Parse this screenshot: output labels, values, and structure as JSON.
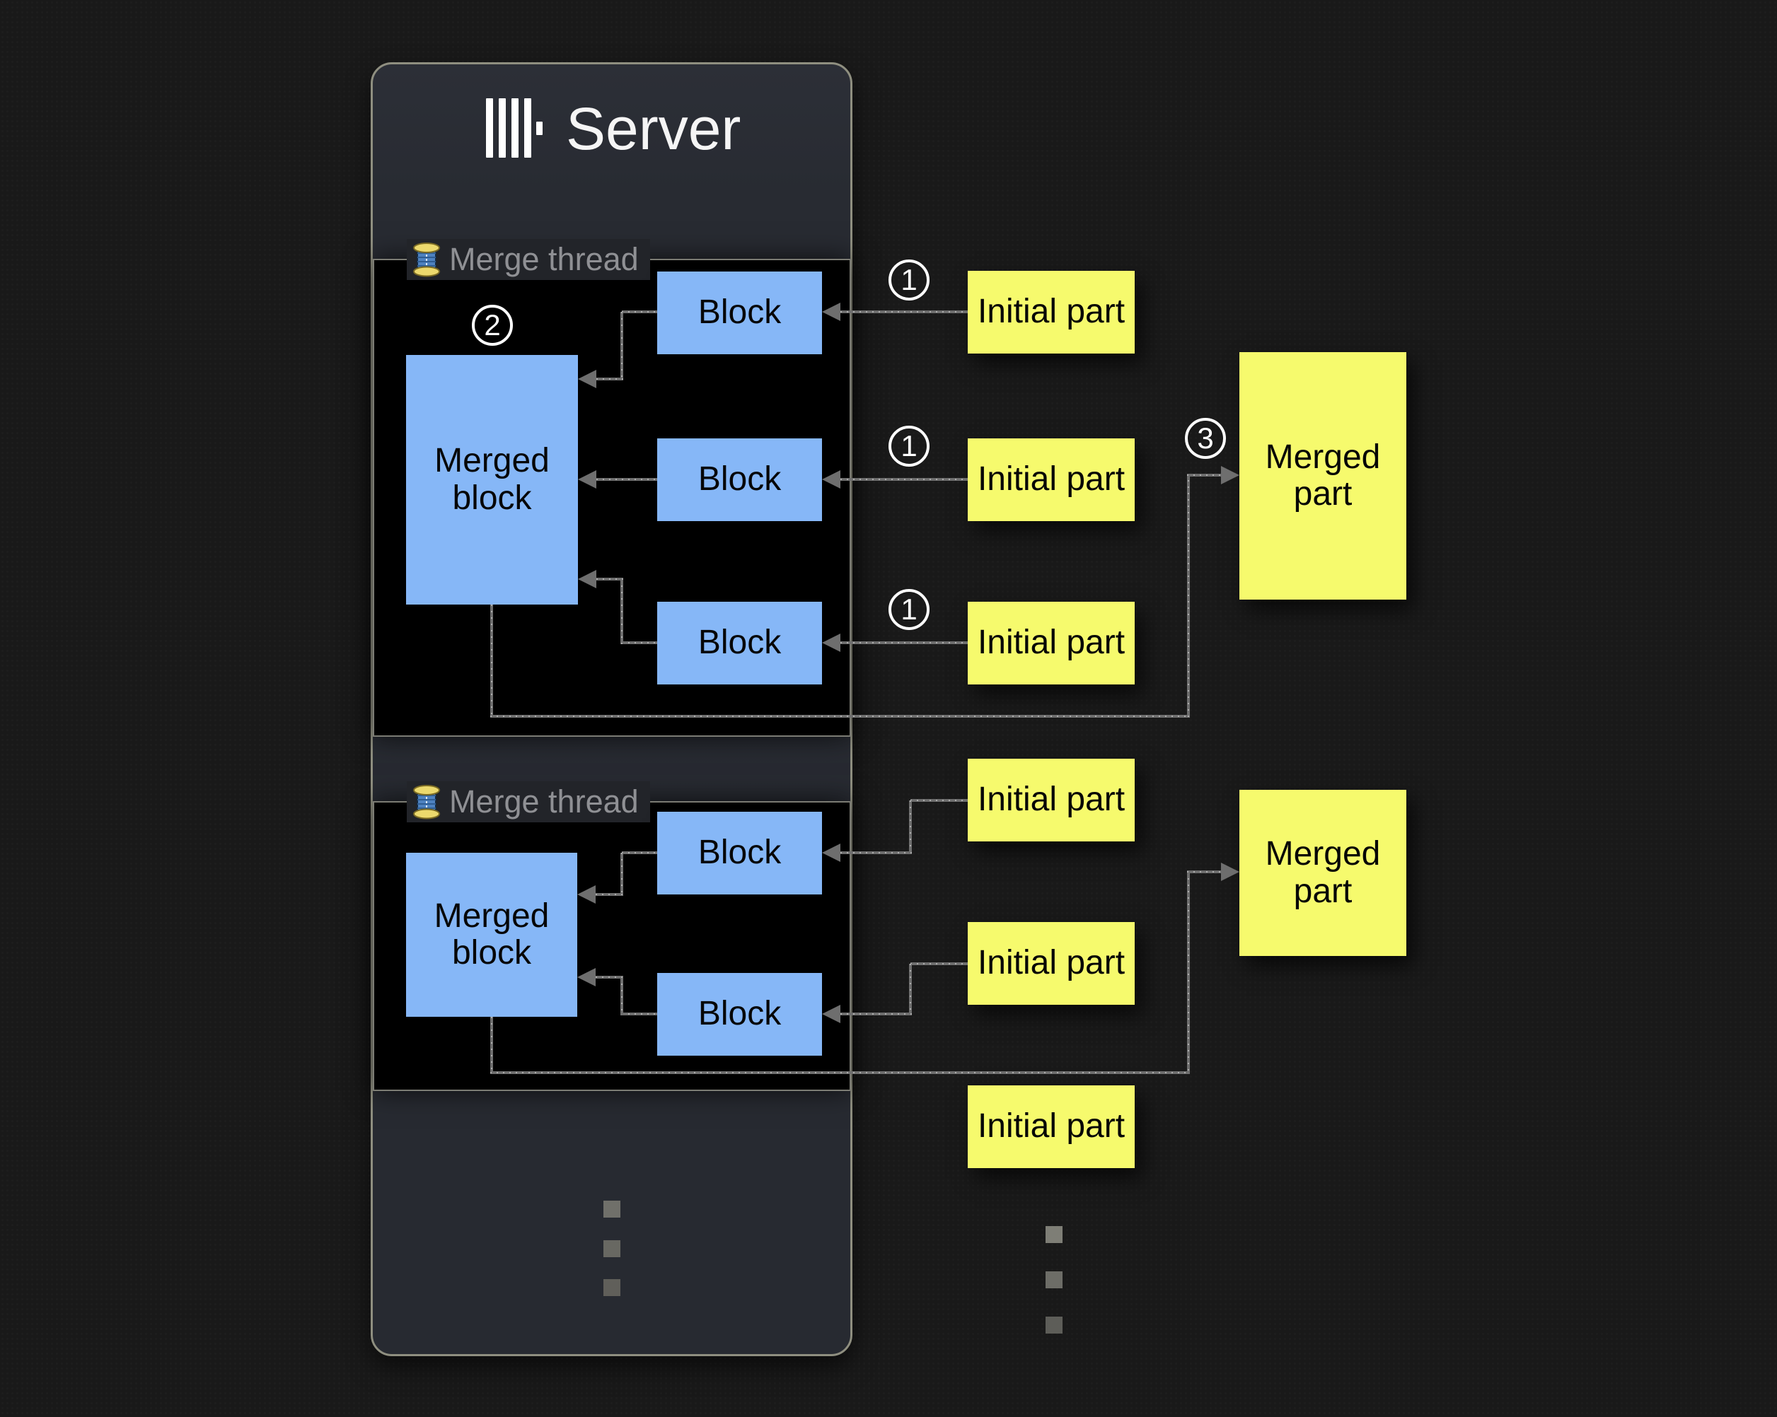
{
  "colors": {
    "page_bg": "#191919",
    "panel_bg": "#272a31",
    "panel_border": "#8f8f80",
    "thread_box_bg": "#000000",
    "thread_box_border": "#7c7c74",
    "block_blue": "#86b7f7",
    "part_yellow": "#f6fa6d",
    "connector_gray": "#6e6e6e",
    "label_gray": "#8f9094",
    "title_white": "#f5f5f5"
  },
  "icons": {
    "server_logo": "clickhouse-bars-icon",
    "merge_thread": "thread-spool-icon"
  },
  "server": {
    "title": "Server"
  },
  "merge_threads": [
    {
      "label": "Merge thread",
      "merged_block_label": "Merged block",
      "block_labels": [
        "Block",
        "Block",
        "Block"
      ]
    },
    {
      "label": "Merge thread",
      "merged_block_label": "Merged block",
      "block_labels": [
        "Block",
        "Block"
      ]
    }
  ],
  "initial_parts": {
    "group1": [
      "Initial part",
      "Initial part",
      "Initial part"
    ],
    "group2": [
      "Initial part",
      "Initial part",
      "Initial part"
    ]
  },
  "merged_parts": [
    "Merged part",
    "Merged part"
  ],
  "step_badges": {
    "insert": "1",
    "merge": "2",
    "write": "3"
  }
}
